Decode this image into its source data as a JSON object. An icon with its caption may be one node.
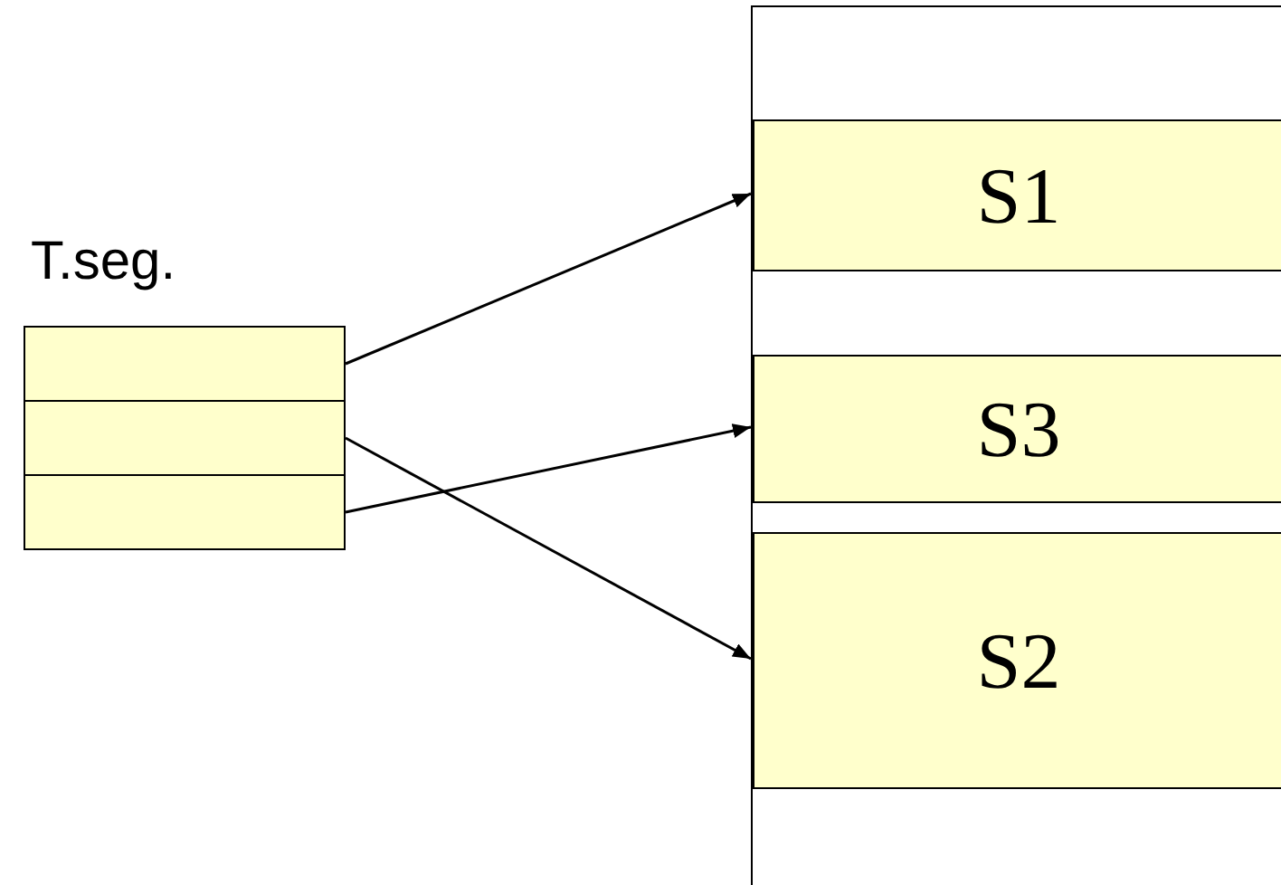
{
  "diagram": {
    "nodes": [
      {
        "text": [
          "T.seg."
        ]
      },
      {
        "text": [],
        "shape": "box",
        "in": 0
      },
      {
        "text": [],
        "shape": "box",
        "in": 0
      },
      {
        "text": [],
        "shape": "box",
        "in": 0
      },
      {
        "text": [],
        "shape": "box"
      },
      {
        "text": [
          "S1"
        ],
        "in": 4
      },
      {
        "text": [
          "S3"
        ],
        "in": 4
      },
      {
        "text": [
          "S2"
        ],
        "in": 4
      }
    ],
    "edges": [
      {
        "from": 1,
        "to": 5,
        "arrow": "to"
      },
      {
        "from": 2,
        "to": 7,
        "arrow": "to"
      },
      {
        "from": 3,
        "to": 6,
        "arrow": "to"
      }
    ]
  }
}
